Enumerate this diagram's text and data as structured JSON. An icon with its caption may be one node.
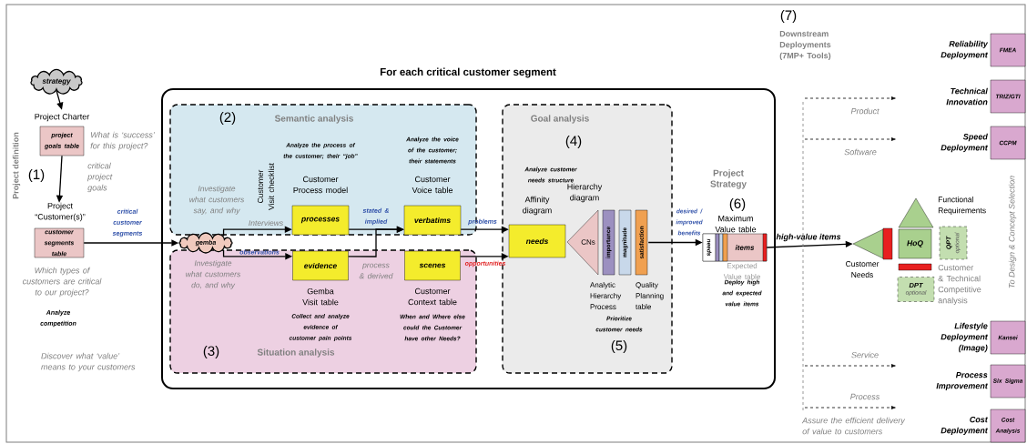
{
  "diagram": {
    "nodes": [
      {
        "text": [
          "strategy"
        ]
      },
      {
        "text": [
          "Project Charter",
          "project goals table"
        ],
        "beside": [
          "What is ‘success’ for this project?"
        ]
      },
      {
        "text": [
          "Project “Customer(s)”",
          "customer segments table"
        ],
        "beside": [
          "Which types of customers are critical to our project?"
        ]
      },
      {
        "text": [
          "For each critical customer segment"
        ]
      },
      {
        "text": [
          "(2)",
          "Semantic analysis"
        ],
        "in": 3
      },
      {
        "text": [
          "(3)",
          "Situation analysis"
        ],
        "in": 3
      },
      {
        "text": [
          "Goal analysis",
          "(4)"
        ],
        "in": 3
      },
      {
        "text": [
          "gemba"
        ],
        "in": 3
      },
      {
        "text": [
          "Customer Process model",
          "processes"
        ],
        "in": 4
      },
      {
        "text": [
          "Customer Voice table",
          "verbatims"
        ],
        "in": 4
      },
      {
        "text": [
          "evidence",
          "Gemba Visit table"
        ],
        "in": 5
      },
      {
        "text": [
          "scenes",
          "Customer Context table"
        ],
        "in": 5
      },
      {
        "text": [
          "Affinity diagram",
          "needs"
        ],
        "in": 6
      },
      {
        "text": [
          "Hierarchy diagram",
          "CNs"
        ],
        "in": 6
      },
      {
        "text": [
          "importance",
          "magnitude",
          "satisfaction"
        ],
        "in": 6
      },
      {
        "text": [
          "Maximum Value table",
          "needs",
          "items"
        ],
        "beside": [
          "Expected Value table",
          "Deploy high and expected value items"
        ],
        "in": 3
      },
      {
        "text": [
          "Customer Needs"
        ]
      },
      {
        "text": [
          "Functional Requirements"
        ]
      },
      {
        "text": [
          "HoQ"
        ]
      },
      {
        "text": [
          "QPT",
          "optional"
        ]
      },
      {
        "text": [
          "DPT",
          "optional"
        ]
      },
      {
        "text": [
          "FMEA"
        ],
        "beside": [
          "Reliability Deployment"
        ]
      },
      {
        "text": [
          "TRIZ/GTI"
        ],
        "beside": [
          "Technical Innovation"
        ]
      },
      {
        "text": [
          "CCPM"
        ],
        "beside": [
          "Speed Deployment"
        ]
      },
      {
        "text": [
          "Kansei"
        ],
        "beside": [
          "Lifestyle Deployment (Image)"
        ]
      },
      {
        "text": [
          "Six Sigma"
        ],
        "beside": [
          "Process Improvement"
        ]
      },
      {
        "text": [
          "Cost Analysis"
        ],
        "beside": [
          "Cost Deployment"
        ]
      }
    ],
    "edges": [
      {
        "from": 0,
        "to": 1,
        "arrow": "to"
      },
      {
        "from": 1,
        "to": 2,
        "arrow": "to",
        "label": "critical project goals"
      },
      {
        "from": 2,
        "to": 7,
        "arrow": "to",
        "label": "critical customer segments"
      },
      {
        "from": 7,
        "to": 8,
        "arrow": "to",
        "label": "Interviews"
      },
      {
        "from": 7,
        "to": 10,
        "arrow": "to",
        "label": "observations"
      },
      {
        "from": 8,
        "to": 9,
        "arrow": "to",
        "label": "stated & implied"
      },
      {
        "from": 10,
        "to": 9,
        "arrow": "to",
        "label": "process & derived"
      },
      {
        "from": 9,
        "to": 12,
        "arrow": "to",
        "label": "problems"
      },
      {
        "from": 11,
        "to": 12,
        "arrow": "to",
        "label": "opportunities"
      },
      {
        "from": 14,
        "to": 15,
        "arrow": "to",
        "label": "desired / improved benefits"
      },
      {
        "from": 15,
        "to": 16,
        "arrow": "to",
        "label": "high-value items"
      }
    ],
    "labels": [
      "(1)",
      "Project definition",
      "Analyze competition",
      "Discover what ‘value’ means to your customers",
      "Investigate what customers say, and why",
      "Customer Visit checklist",
      "Investigate what customers do, and why",
      "Analyze customer needs structure",
      "Analyze the process of the customer; their “job”",
      "Analyze the voice of the customer; their statements",
      "Collect and analyze evidence of customer pain points",
      "When and Where else could the Customer have other Needs?",
      "Analytic Hierarchy Process",
      "Quality Planning table",
      "Prioritize customer needs",
      "(5)",
      "Project Strategy",
      "(6)",
      "(7)",
      "Downstream Deployments (7MP+ Tools)",
      "Product",
      "Software",
      "Service",
      "Process",
      "Customer & Technical Competitive analysis",
      "To Design & Concept Selection",
      "Assure the efficient delivery of value to customers"
    ]
  }
}
